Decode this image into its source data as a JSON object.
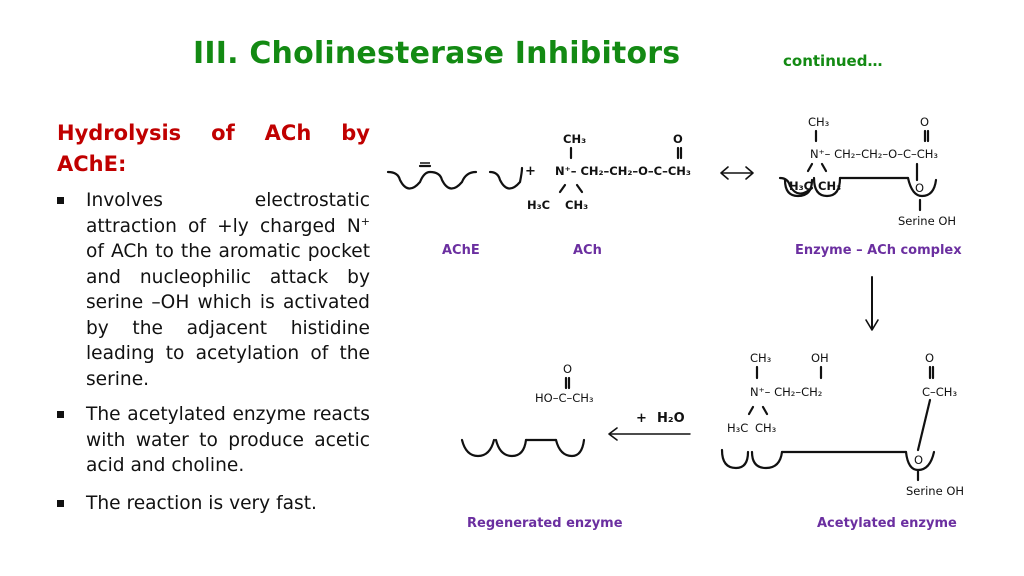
{
  "slide": {
    "title": "III. Cholinesterase Inhibitors",
    "continued": "continued…"
  },
  "left": {
    "heading": "Hydrolysis of ACh by AChE:",
    "bullets": [
      {
        "pre": "Involves electrostatic attraction of +ly charged N",
        "sup": "+",
        "post": " of ACh to the aromatic pocket and nucleophilic attack by serine –OH which is activated by the adjacent histidine leading to acetylation of the serine."
      },
      {
        "text": "The acetylated enzyme reacts with water to produce acetic acid and choline."
      },
      {
        "text": "The reaction is very fast."
      }
    ]
  },
  "diagram": {
    "labels": {
      "ache": "AChE",
      "ach": "ACh",
      "complex": "Enzyme – ACh complex",
      "regenerated": "Regenerated enzyme",
      "acetylated": "Acetylated enzyme",
      "serine_oh_1": "Serine OH",
      "serine_oh_2": "Serine OH",
      "plus_water": "+",
      "water": "H₂O",
      "plus_ach": "+"
    },
    "ach": {
      "ch3_top": "CH₃",
      "o_top": "O",
      "n_chain": "N⁺– CH₂–CH₂–O–C–CH₃",
      "h3c": "H₃C",
      "ch3_bottom": "CH₃"
    },
    "complex": {
      "ch3_top": "CH₃",
      "o_top": "O",
      "n_chain": "N⁺– CH₂–CH₂–O–C–CH₃",
      "h3c": "H₃C",
      "ch3": "CH₃",
      "o_serine": "O"
    },
    "acetylated": {
      "ch3_top": "CH₃",
      "oh_top": "OH",
      "o_top": "O",
      "n_chain": "N⁺– CH₂–CH₂",
      "c_ch3": "C–CH₃",
      "h3c": "H₃C",
      "ch3_bottom": "CH₃",
      "o_serine": "O"
    },
    "acetic_acid": {
      "o_top": "O",
      "chain": "HO–C–CH₃"
    }
  }
}
